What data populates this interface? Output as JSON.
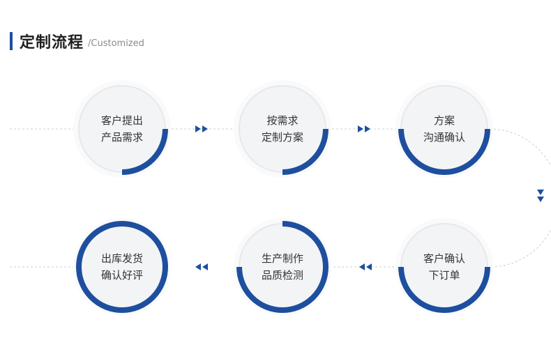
{
  "header": {
    "title": "定制流程",
    "subtitle": "/Customized"
  },
  "colors": {
    "accent": "#1e4f9e",
    "line": "#c8ccd2",
    "circle_fill": "#f3f4f6",
    "circle_rim": "#e6e8eb"
  },
  "steps": [
    {
      "line1": "客户提出",
      "line2": "产品需求",
      "arc": "quarter"
    },
    {
      "line1": "按需求",
      "line2": "定制方案",
      "arc": "quarter"
    },
    {
      "line1": "方案",
      "line2": "沟通确认",
      "arc": "half"
    },
    {
      "line1": "客户确认",
      "line2": "下订单",
      "arc": "half"
    },
    {
      "line1": "生产制作",
      "line2": "品质检测",
      "arc": "threequarter"
    },
    {
      "line1": "出库发货",
      "line2": "确认好评",
      "arc": "full"
    }
  ]
}
